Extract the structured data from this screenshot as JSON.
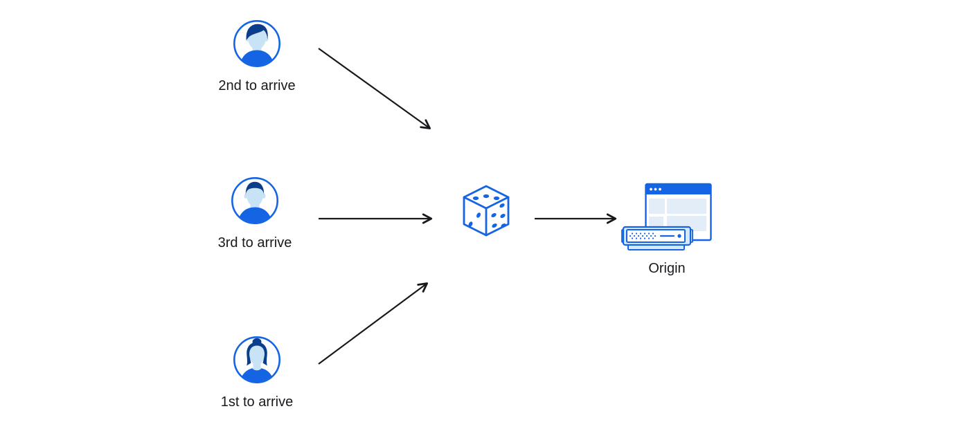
{
  "diagram": {
    "colors": {
      "bg": "#ffffff",
      "ink": "#17191c",
      "blue": "#1464e4",
      "navy": "#0c3d8c",
      "skin": "#c9e3f6",
      "panel": "#e3edf8",
      "serverlight": "#d4e9fa"
    },
    "actors": [
      {
        "label": "2nd to arrive",
        "icon": "male-avatar-swept-hair-icon",
        "position": "top"
      },
      {
        "label": "3rd to arrive",
        "icon": "male-avatar-short-hair-icon",
        "position": "middle"
      },
      {
        "label": "1st to arrive",
        "icon": "female-avatar-bun-icon",
        "position": "bottom"
      }
    ],
    "router": {
      "icon": "dice-icon"
    },
    "origin": {
      "label": "Origin",
      "icon": "origin-server-browser-icon"
    },
    "arrows": [
      {
        "from": "actor-2nd-to-arrive",
        "to": "dice"
      },
      {
        "from": "actor-3rd-to-arrive",
        "to": "dice"
      },
      {
        "from": "actor-1st-to-arrive",
        "to": "dice"
      },
      {
        "from": "dice",
        "to": "origin"
      }
    ]
  }
}
